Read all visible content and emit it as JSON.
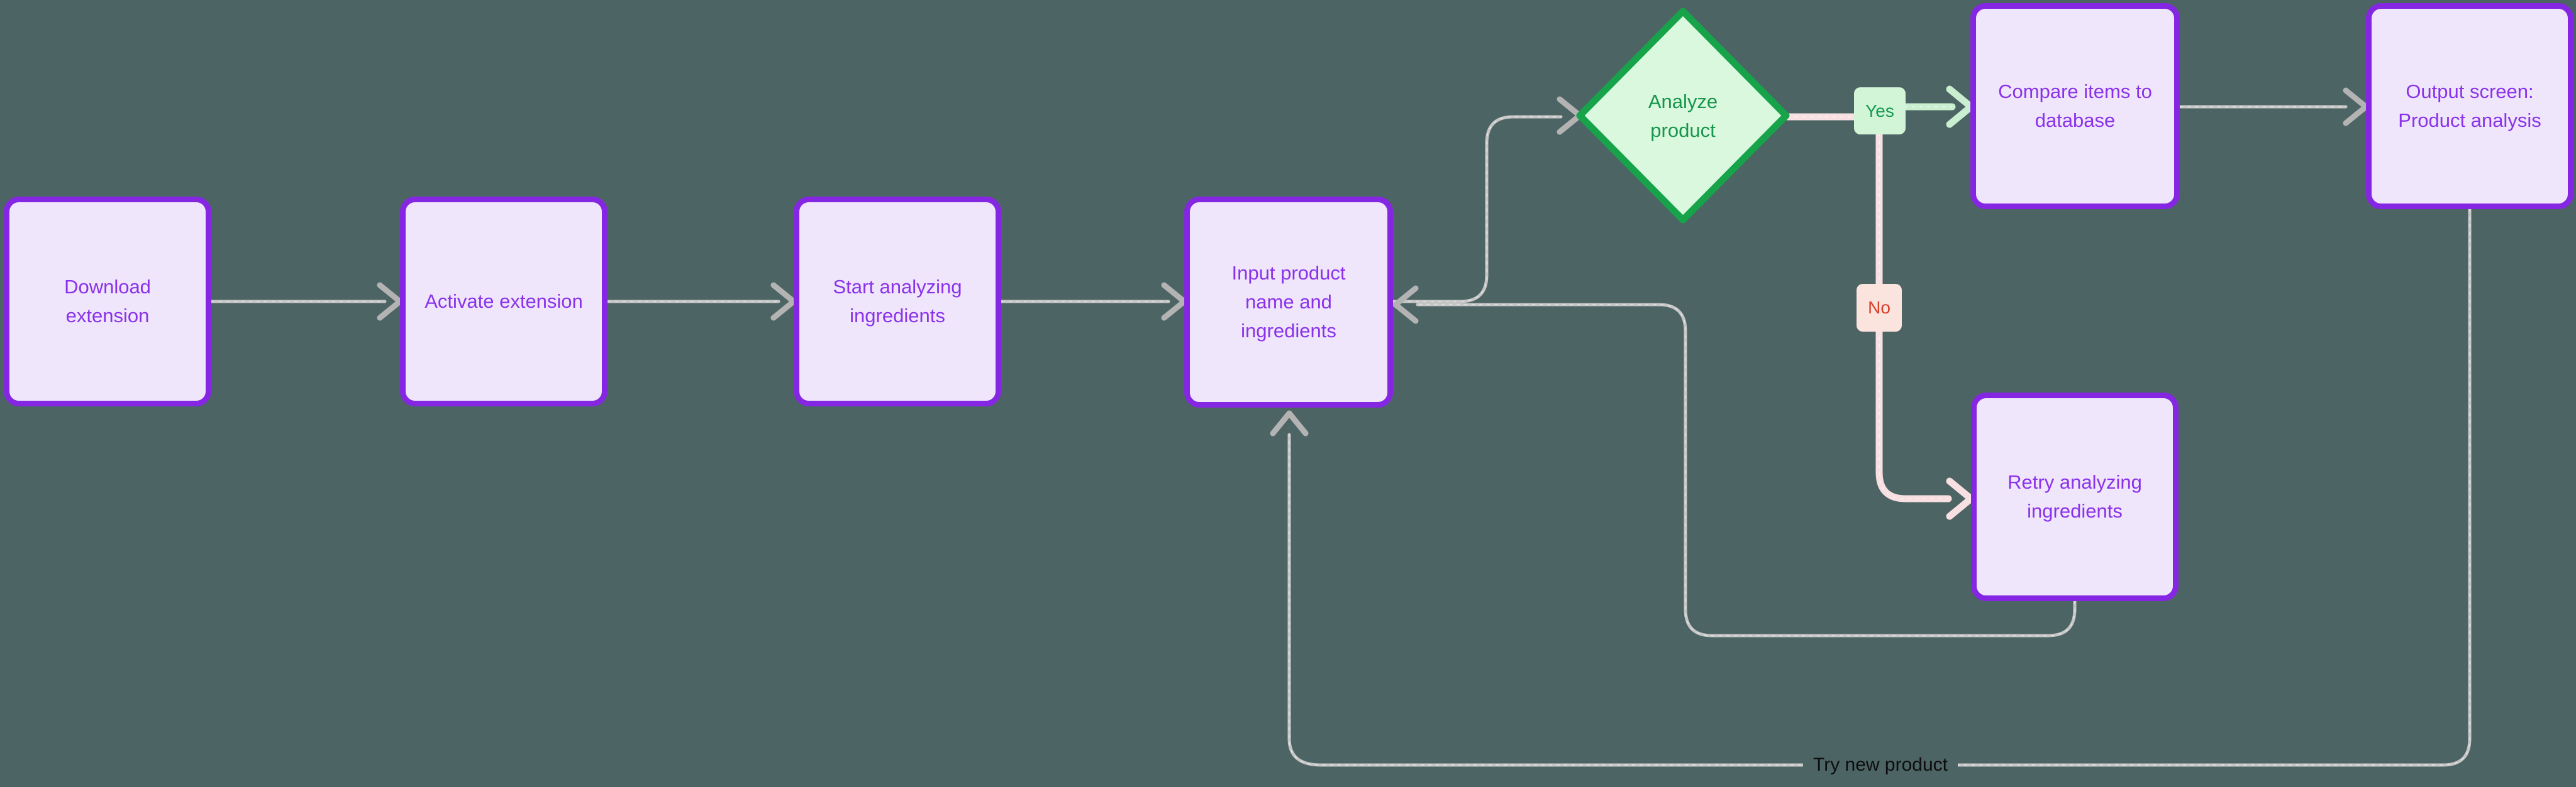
{
  "nodes": {
    "download": {
      "label": "Download\nextension"
    },
    "activate": {
      "label": "Activate extension"
    },
    "start": {
      "label": "Start analyzing\ningredients"
    },
    "input": {
      "label": "Input product\nname and\ningredients"
    },
    "analyze": {
      "label": "Analyze\nproduct"
    },
    "compare": {
      "label": "Compare items to\ndatabase"
    },
    "output": {
      "label": "Output screen:\nProduct analysis"
    },
    "retry": {
      "label": "Retry analyzing\ningredients"
    }
  },
  "edge_labels": {
    "yes": "Yes",
    "no": "No",
    "try_new": "Try new product"
  },
  "colors": {
    "bg": "#4d6464",
    "node_fill": "#efe6fb",
    "node_border": "#8527e2",
    "node_text": "#8a32ea",
    "decision_fill": "#d9f8dd",
    "decision_border": "#16a34a",
    "decision_text": "#17964d",
    "yes_bg": "#d2f5d8",
    "yes_text": "#179a50",
    "no_bg": "#fce4de",
    "no_text": "#d8402a",
    "edge_gray": "#c6c6c6",
    "arrow_gray": "#b3b3b3",
    "edge_pink": "#f8dfe1",
    "edge_green": "#c9efd0",
    "label_text": "#0d0d0d"
  }
}
